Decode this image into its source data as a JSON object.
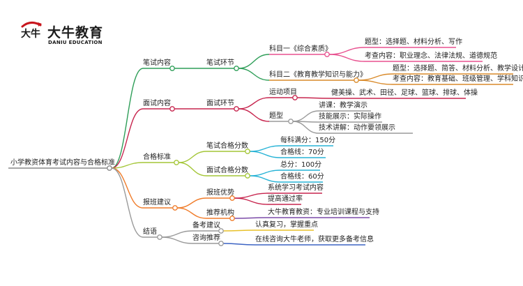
{
  "brand": {
    "name_cn": "大牛教育",
    "name_en": "DANIU EDUCATION",
    "mark_glyph": "大牛"
  },
  "root": "小学教资体育考试内容与合格标准",
  "branches": [
    {
      "key": "b1",
      "label": "笔试内容",
      "color": "#2e9e58",
      "children": [
        {
          "label": "笔试环节",
          "children": [
            {
              "label": "科目一《综合素质》",
              "color": "#e8518f",
              "children": [
                "题型：选择题、材料分析、写作",
                "考查内容：职业理念、法律法规、道德规范"
              ]
            },
            {
              "label": "科目二《教育教学知识与能力》",
              "color": "#d98a2a",
              "children": [
                "题型：选择题、简答、材料分析、教学设计",
                "考查内容：教育基础、班级管理、学科知识"
              ]
            }
          ]
        }
      ]
    },
    {
      "key": "b2",
      "label": "面试内容",
      "color": "#c7254e",
      "children": [
        {
          "label": "面试环节",
          "children": [
            {
              "label": "运动项目",
              "color": "#c7254e",
              "children": [
                "健美操、武术、田径、足球、篮球、排球、体操"
              ]
            },
            {
              "label": "题型",
              "color": "#9a9a9a",
              "children": [
                "讲课：教学演示",
                "技能展示：实际操作",
                "技术讲解：动作要领展示"
              ]
            }
          ]
        }
      ]
    },
    {
      "key": "b3",
      "label": "合格标准",
      "color": "#a4c637",
      "children": [
        {
          "label": "笔试合格分数",
          "color": "#27b3d6",
          "children": [
            "每科满分：150分",
            "合格线：70分"
          ]
        },
        {
          "label": "面试合格分数",
          "color": "#27b3d6",
          "children": [
            "总分：100分",
            "合格线：60分"
          ]
        }
      ]
    },
    {
      "key": "b4",
      "label": "报班建议",
      "color": "#f07c2a",
      "children": [
        {
          "label": "报班优势",
          "color": "#c7254e",
          "children": [
            "系统学习考试内容",
            "提高通过率"
          ]
        },
        {
          "label": "推荐机构",
          "color": "#7b4aa8",
          "children": [
            "大牛教育教资：专业培训课程与支持"
          ]
        }
      ]
    },
    {
      "key": "b5",
      "label": "结语",
      "color": "#9a9a9a",
      "children": [
        {
          "label": "备考建议",
          "color": "#e8c12a",
          "children": [
            "认真复习，掌握重点"
          ]
        },
        {
          "label": "咨询推荐",
          "color": "#3d64c4",
          "children": [
            "在线咨询大牛老师，获取更多备考信息"
          ]
        }
      ]
    }
  ]
}
